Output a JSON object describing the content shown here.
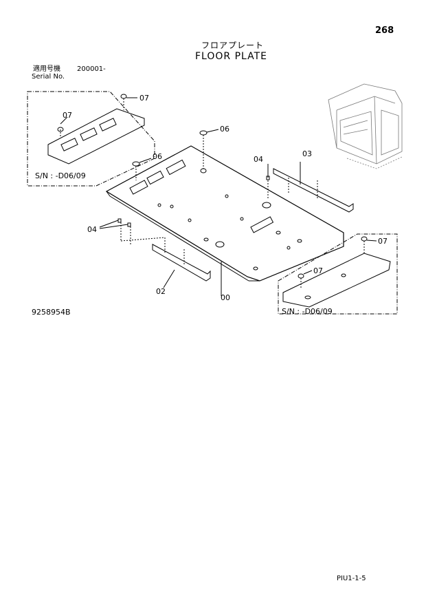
{
  "header": {
    "page_number": "268",
    "title_jp": "フロアプレート",
    "title_en": "FLOOR PLATE"
  },
  "serial": {
    "label_jp": "適用号機",
    "value": "200001-",
    "label_en": "Serial No."
  },
  "callouts": {
    "main_plate": "00",
    "bracket_left": "02",
    "bracket_right": "03",
    "bolt_left": "04",
    "bolt_right": "04",
    "cap_main": "06",
    "cap_main_second": "06",
    "plug_left_top": "07",
    "plug_left_inner": "07",
    "plug_right_top": "07",
    "plug_right_inner": "07"
  },
  "sn_notes": {
    "left": "S/N : -D06/09",
    "right": "S/N : -D06/09"
  },
  "footer": {
    "drawing_number": "9258954B",
    "code": "PIU1-1-5"
  }
}
